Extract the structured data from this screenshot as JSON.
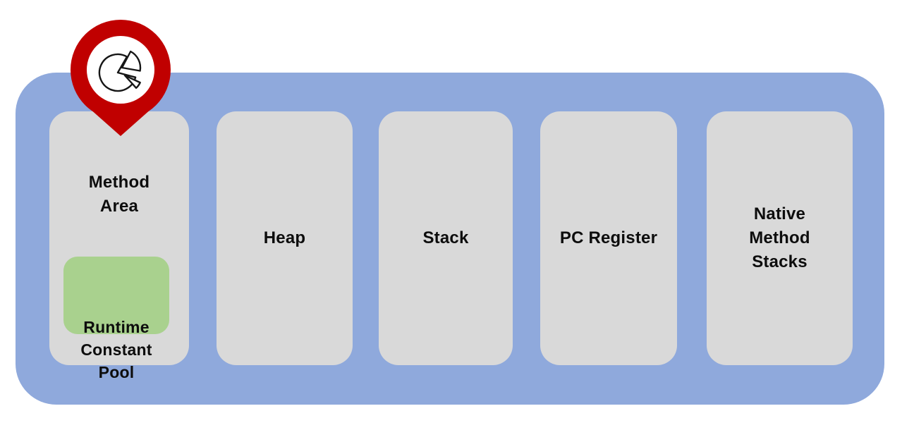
{
  "colors": {
    "page-bg": "#ffffff",
    "container-fill": "#8fa9dc",
    "box-fill": "#d9d9d9",
    "highlight-fill": "#a9d18e",
    "pin-fill": "#c00000",
    "pin-inner": "#ffffff",
    "icon-stroke": "#161616",
    "label-text": "#0d0d0d"
  },
  "diagram": {
    "boxes": [
      {
        "id": "method-area",
        "label": "Method\nArea"
      },
      {
        "id": "heap",
        "label": "Heap"
      },
      {
        "id": "stack",
        "label": "Stack"
      },
      {
        "id": "pc-register",
        "label": "PC Register"
      },
      {
        "id": "native-method-stacks",
        "label": "Native\nMethod\nStacks"
      }
    ],
    "method_area_sub": {
      "id": "runtime-constant-pool",
      "label": "Runtime\nConstant\nPool"
    },
    "marker": {
      "icon": "pie-chart"
    }
  }
}
